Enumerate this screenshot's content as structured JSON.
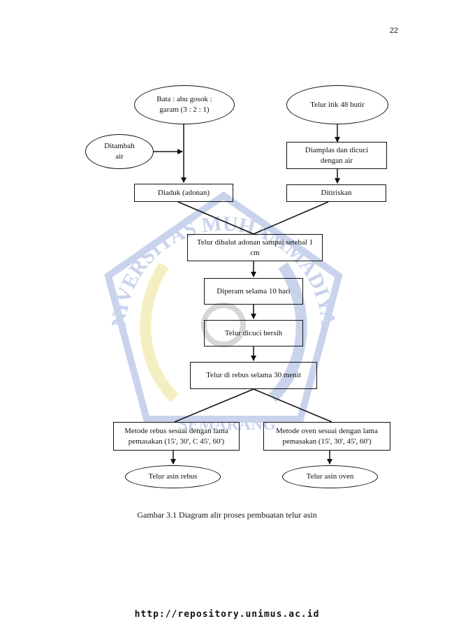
{
  "page_number": "22",
  "nodes": {
    "bata": "Bata : abu gosok : garam (3 : 2 : 1)",
    "air": "Ditambah air",
    "telur_itik": "Telur itik 48 butir",
    "diamplas": "Diamplas dan dicuci dengan air",
    "diaduk": "Diaduk (adonan)",
    "ditiriskan": "Ditiriskan",
    "dibalut": "Telur dibalut adonan sampai setebal 1 cm",
    "diperam": "Diperam selama 10 hari",
    "dicuci": "Telur dicuci bersih",
    "direbus": "Telur di rebus selama 30 menit",
    "metode_rebus": "Metode rebus sesuai dengan lama pemasakan (15', 30', C 45', 60')",
    "metode_oven": "Metode oven sesuai dengan lama pemasakan (15', 30', 45', 60')",
    "asin_rebus": "Telur asin rebus",
    "asin_oven": "Telur asin oven"
  },
  "caption": "Gambar 3.1 Diagram alir proses pembuatan telur asin",
  "watermark": {
    "top_text": "UNIVERSITAS MUHAMMADIYAH",
    "bottom_text": "SEMARANG"
  },
  "footer_url": "http://repository.unimus.ac.id",
  "colors": {
    "watermark_blue": "#c9d3ec",
    "watermark_yellow": "#f4efc2",
    "line": "#111111"
  }
}
